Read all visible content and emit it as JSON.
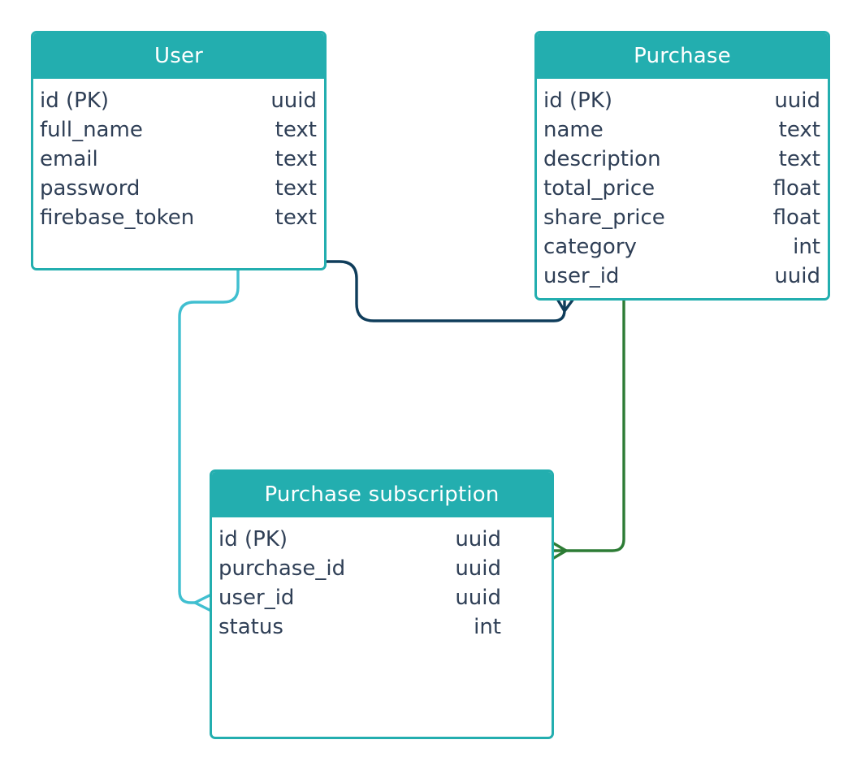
{
  "colors": {
    "entity_fill": "#23aeaf",
    "field_text": "#2f3f56",
    "relation_user_purchase": "#0f3d5b",
    "relation_user_subscription": "#40bfd0",
    "relation_purchase_subscription": "#2d7c35"
  },
  "entities": [
    {
      "id": "user",
      "title": "User",
      "fields": [
        {
          "name": "id (PK)",
          "type": "uuid"
        },
        {
          "name": "full_name",
          "type": "text"
        },
        {
          "name": "email",
          "type": "text"
        },
        {
          "name": "password",
          "type": "text"
        },
        {
          "name": "firebase_token",
          "type": "text"
        }
      ]
    },
    {
      "id": "purchase",
      "title": "Purchase",
      "fields": [
        {
          "name": "id (PK)",
          "type": "uuid"
        },
        {
          "name": "name",
          "type": "text"
        },
        {
          "name": "description",
          "type": "text"
        },
        {
          "name": "total_price",
          "type": "float"
        },
        {
          "name": "share_price",
          "type": "float"
        },
        {
          "name": "category",
          "type": "int"
        },
        {
          "name": "user_id",
          "type": "uuid"
        }
      ]
    },
    {
      "id": "subscription",
      "title": "Purchase subscription",
      "fields": [
        {
          "name": "id (PK)",
          "type": "uuid"
        },
        {
          "name": "purchase_id",
          "type": "uuid"
        },
        {
          "name": "user_id",
          "type": "uuid"
        },
        {
          "name": "status",
          "type": "int"
        }
      ]
    }
  ],
  "relations": [
    {
      "from": "User",
      "to": "Purchase",
      "notation": "one-to-many"
    },
    {
      "from": "User",
      "to": "Purchase subscription",
      "notation": "one-to-many"
    },
    {
      "from": "Purchase",
      "to": "Purchase subscription",
      "notation": "one-to-many"
    }
  ]
}
